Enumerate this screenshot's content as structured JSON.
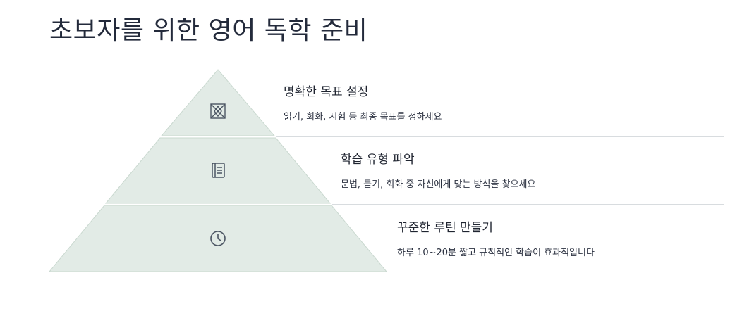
{
  "title": "초보자를 위한 영어 독학 준비",
  "colors": {
    "tier_fill": "#e2ebe6",
    "tier_edge": "#c9d8cf",
    "icon": "#4b5563",
    "divider": "#d8dcdf"
  },
  "steps": [
    {
      "title": "명확한 목표 설정",
      "desc": "읽기, 회화, 시험 등 최종 목표를 정하세요",
      "icon": "target-icon"
    },
    {
      "title": "학습 유형 파악",
      "desc": "문법, 듣기, 회화 중 자신에게 맞는 방식을 찾으세요",
      "icon": "book-icon"
    },
    {
      "title": "꾸준한 루틴 만들기",
      "desc": "하루 10~20분 짧고 규칙적인 학습이 효과적입니다",
      "icon": "clock-icon"
    }
  ]
}
